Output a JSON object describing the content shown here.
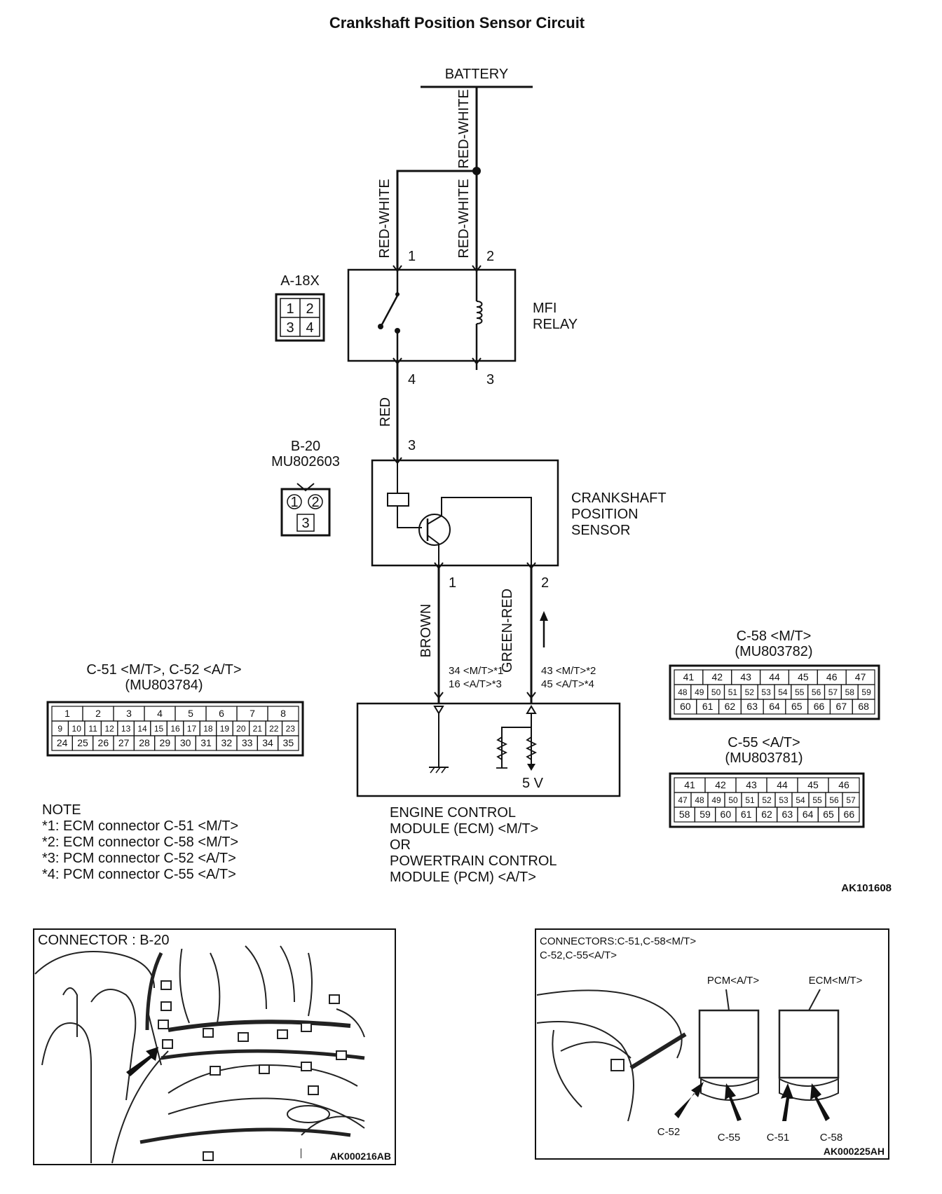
{
  "title": "Crankshaft Position Sensor Circuit",
  "battery": "BATTERY",
  "wires": {
    "red_white_main": "RED-WHITE",
    "red_white_left": "RED-WHITE",
    "red_white_right": "RED-WHITE",
    "red": "RED",
    "brown": "BROWN",
    "green_red": "GREEN-RED"
  },
  "relay": {
    "label_line1": "MFI",
    "label_line2": "RELAY",
    "connector": "A-18X",
    "pins": [
      "1",
      "2",
      "3",
      "4"
    ],
    "terminal_1": "1",
    "terminal_2": "2",
    "terminal_3": "3",
    "terminal_4": "4"
  },
  "sensor": {
    "label_line1": "CRANKSHAFT",
    "label_line2": "POSITION",
    "label_line3": "SENSOR",
    "connector": "B-20",
    "part_number": "MU802603",
    "pins": [
      "1",
      "2",
      "3"
    ],
    "terminal_3": "3",
    "terminal_1": "1",
    "terminal_2": "2"
  },
  "ecm": {
    "pin_left_1": "34 <M/T>*1",
    "pin_left_2": "16 <A/T>*3",
    "pin_right_1": "43 <M/T>*2",
    "pin_right_2": "45 <A/T>*4",
    "voltage": "5 V",
    "label_lines": [
      "ENGINE CONTROL",
      "MODULE (ECM) <M/T>",
      "OR",
      "POWERTRAIN CONTROL",
      "MODULE (PCM) <A/T>"
    ]
  },
  "c51": {
    "title": "C-51 <M/T>, C-52 <A/T>",
    "part": "(MU803784)",
    "row1": [
      "1",
      "2",
      "3",
      "4",
      "5",
      "6",
      "7",
      "8"
    ],
    "row2": [
      "9",
      "10",
      "11",
      "12",
      "13",
      "14",
      "15",
      "16",
      "17",
      "18",
      "19",
      "20",
      "21",
      "22",
      "23"
    ],
    "row3": [
      "24",
      "25",
      "26",
      "27",
      "28",
      "29",
      "30",
      "31",
      "32",
      "33",
      "34",
      "35"
    ]
  },
  "c58": {
    "title": "C-58 <M/T>",
    "part": "(MU803782)",
    "row1": [
      "41",
      "42",
      "43",
      "44",
      "45",
      "46",
      "47"
    ],
    "row2": [
      "48",
      "49",
      "50",
      "51",
      "52",
      "53",
      "54",
      "55",
      "56",
      "57",
      "58",
      "59"
    ],
    "row3": [
      "60",
      "61",
      "62",
      "63",
      "64",
      "65",
      "66",
      "67",
      "68"
    ]
  },
  "c55": {
    "title": "C-55 <A/T>",
    "part": "(MU803781)",
    "row1": [
      "41",
      "42",
      "43",
      "44",
      "45",
      "46"
    ],
    "row2": [
      "47",
      "48",
      "49",
      "50",
      "51",
      "52",
      "53",
      "54",
      "55",
      "56",
      "57"
    ],
    "row3": [
      "58",
      "59",
      "60",
      "61",
      "62",
      "63",
      "64",
      "65",
      "66"
    ]
  },
  "note": {
    "heading": "NOTE",
    "lines": [
      "*1: ECM connector C-51 <M/T>",
      "*2: ECM connector C-58 <M/T>",
      "*3: PCM connector C-52 <A/T>",
      "*4: PCM connector C-55 <A/T>"
    ]
  },
  "diagram_code": "AK101608",
  "photo_left": {
    "caption": "CONNECTOR : B-20",
    "code": "AK000216AB"
  },
  "photo_right": {
    "caption_line1": "CONNECTORS:C-51,C-58<M/T>",
    "caption_line2": "C-52,C-55<A/T>",
    "pcm_label": "PCM<A/T>",
    "ecm_label": "ECM<M/T>",
    "c52": "C-52",
    "c55": "C-55",
    "c51": "C-51",
    "c58": "C-58",
    "code": "AK000225AH"
  }
}
